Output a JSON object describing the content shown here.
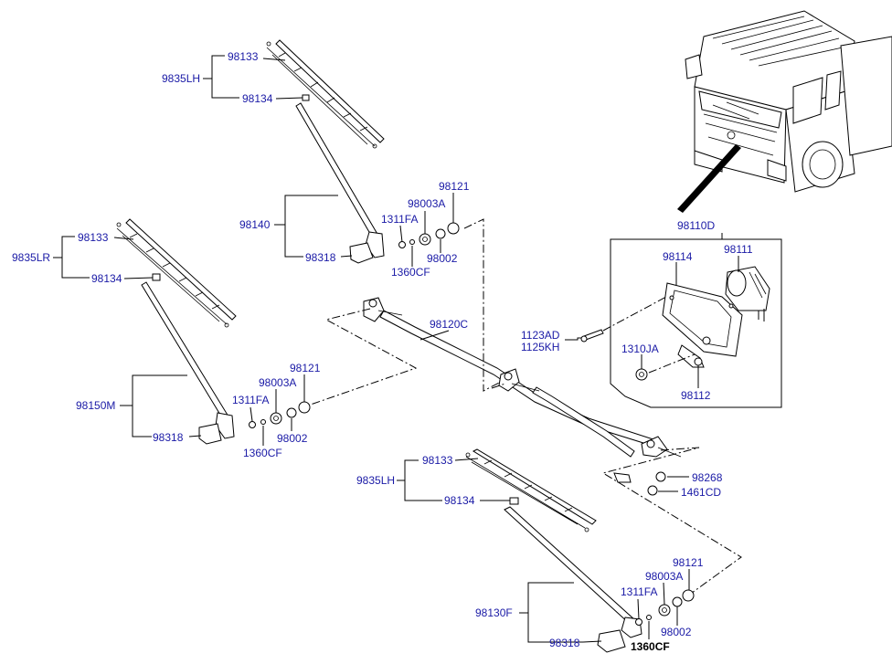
{
  "parts": {
    "g1_9835LH": "9835LH",
    "g1_98133": "98133",
    "g1_98134": "98134",
    "g1_98140": "98140",
    "g1_98318": "98318",
    "g1_1311FA": "1311FA",
    "g1_98003A": "98003A",
    "g1_98121": "98121",
    "g1_98002": "98002",
    "g1_1360CF": "1360CF",
    "g2_9835LR": "9835LR",
    "g2_98133": "98133",
    "g2_98134": "98134",
    "g2_98150M": "98150M",
    "g2_98318": "98318",
    "g2_1311FA": "1311FA",
    "g2_98003A": "98003A",
    "g2_98121": "98121",
    "g2_98002": "98002",
    "g2_1360CF": "1360CF",
    "g3_9835LH": "9835LH",
    "g3_98133": "98133",
    "g3_98134": "98134",
    "g3_98130F": "98130F",
    "g3_98318": "98318",
    "g3_1311FA": "1311FA",
    "g3_98003A": "98003A",
    "g3_98121": "98121",
    "g3_98002": "98002",
    "g3_1360CF": "1360CF",
    "m_98120C": "98120C",
    "m_98268": "98268",
    "m_1461CD": "1461CD",
    "m_98110D": "98110D",
    "m_98114": "98114",
    "m_98111": "98111",
    "m_1123AD": "1123AD",
    "m_1125KH": "1125KH",
    "m_1310JA": "1310JA",
    "m_98112": "98112"
  }
}
